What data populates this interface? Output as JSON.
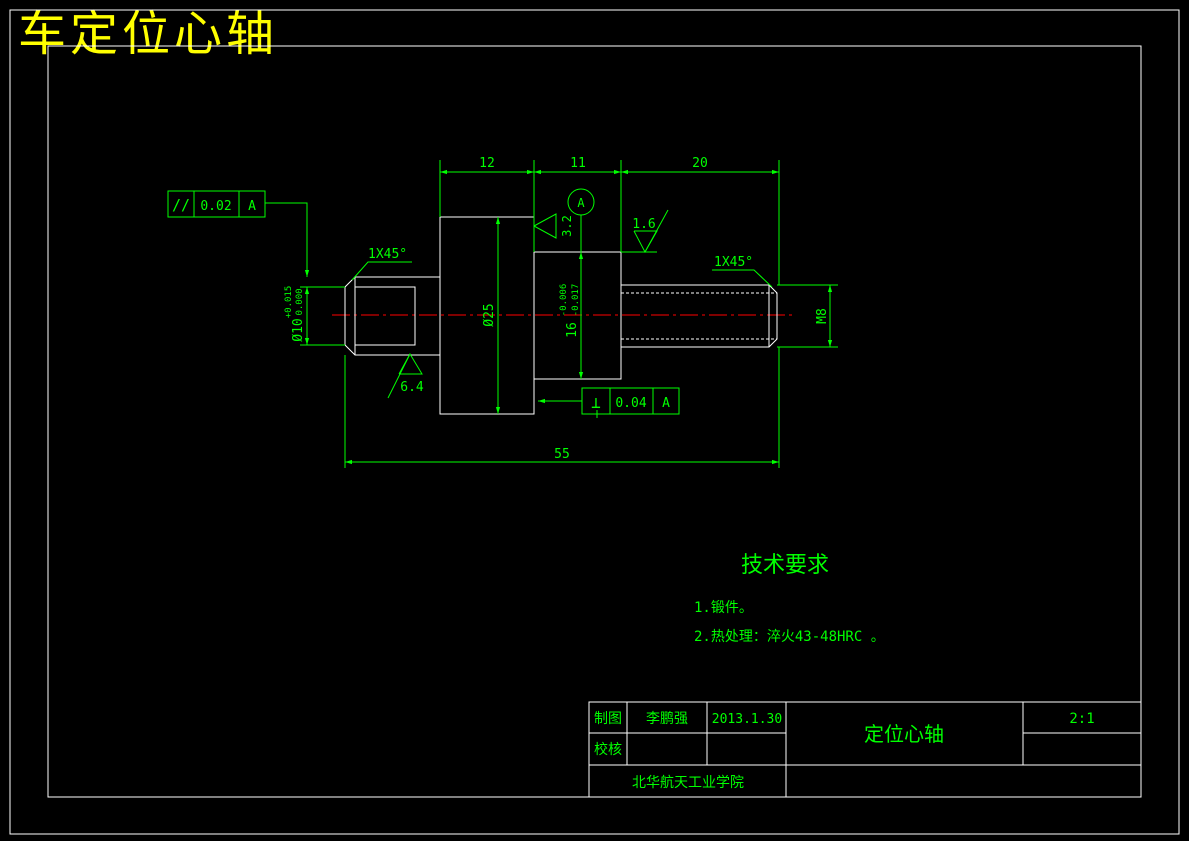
{
  "drawing_title": "车定位心轴",
  "dimensions": {
    "len_12": "12",
    "len_11": "11",
    "len_20": "20",
    "total_55": "55",
    "dia_25": "Ø25",
    "dia_16": "16",
    "dia_16_tol_upper": "-0.006",
    "dia_16_tol_lower": "-0.017",
    "dia_10": "Ø10",
    "dia_10_tol_upper": "+0.015",
    "dia_10_tol_lower": "0.000",
    "thread": "M8",
    "chamfer_left": "1X45°",
    "chamfer_right": "1X45°"
  },
  "tolerances": {
    "parallel": {
      "symbol": "//",
      "value": "0.02",
      "datum": "A"
    },
    "perpendicular": {
      "symbol": "⊥",
      "value": "0.04",
      "datum": "A"
    },
    "datum_label": "A"
  },
  "roughness": {
    "r1": "1.6",
    "r2": "3.2",
    "r3": "6.4"
  },
  "tech_requirements": {
    "title": "技术要求",
    "items": [
      "1.锻件。",
      "2.热处理：淬火43-48HRC 。"
    ]
  },
  "title_block": {
    "made_by_label": "制图",
    "checked_label": "校核",
    "designer": "李鹏强",
    "date": "2013.1.30",
    "part_name": "定位心轴",
    "scale": "2:1",
    "school": "北华航天工业学院"
  },
  "colors": {
    "background": "#000000",
    "lines": "#ffffff",
    "dimensions": "#00ff00",
    "title": "#ffff00",
    "centerline": "#ff0000"
  }
}
